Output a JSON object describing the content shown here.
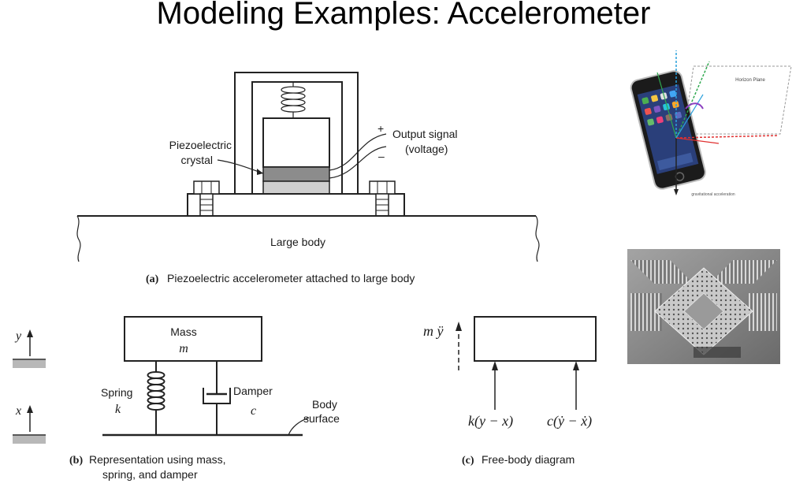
{
  "slide": {
    "title": "Modeling Examples: Accelerometer"
  },
  "figure_a": {
    "piezo_label_line1": "Piezoelectric",
    "piezo_label_line2": "crystal",
    "plus_sign": "+",
    "minus_sign": "–",
    "output_line1": "Output signal",
    "output_line2": "(voltage)",
    "large_body": "Large body",
    "caption_tag": "(a)",
    "caption_text": "Piezoelectric accelerometer attached to large body"
  },
  "figure_b": {
    "y_label": "y",
    "x_label": "x",
    "mass_label": "Mass",
    "mass_symbol": "m",
    "spring_label": "Spring",
    "spring_symbol": "k",
    "damper_label": "Damper",
    "damper_symbol": "c",
    "body_line1": "Body",
    "body_line2": "surface",
    "caption_tag": "(b)",
    "caption_line1": "Representation using mass,",
    "caption_line2": "spring, and damper"
  },
  "figure_c": {
    "inertia_label": "m ÿ",
    "spring_force": "k(y − x)",
    "damper_force": "c(ẏ − ẋ)",
    "caption_tag": "(c)",
    "caption_text": "Free-body diagram"
  },
  "phone_image": {
    "heading": "Horizon Plane",
    "footer": "gravitational acceleration"
  },
  "colors": {
    "axis_red": "#e03030",
    "axis_green": "#2fa84f",
    "axis_blue": "#2aa0dc",
    "axis_purple": "#8b3fc0",
    "crystal_dark": "#8c8c8c",
    "crystal_light": "#cfcfcf",
    "ground_gray": "#b8b8b8"
  }
}
